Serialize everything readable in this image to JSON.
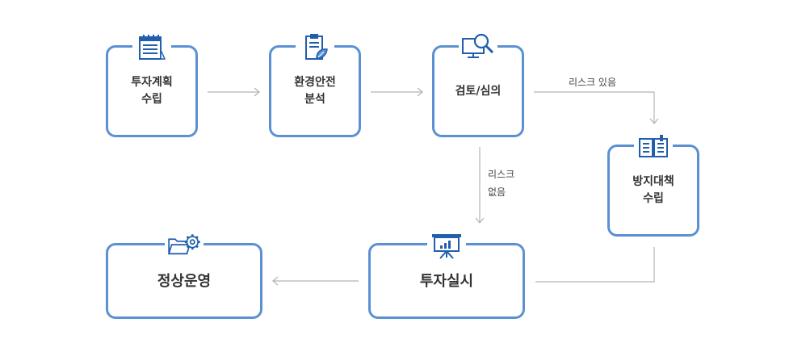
{
  "diagram": {
    "nodes": {
      "plan": {
        "label": "투자계획\n수립",
        "icon": "calendar-icon"
      },
      "assess": {
        "label": "환경안전\n분석",
        "icon": "clipboard-leaf-icon"
      },
      "review": {
        "label": "검토/심의",
        "icon": "monitor-magnifier-icon"
      },
      "prevent": {
        "label": "방지대책\n수립",
        "icon": "open-book-icon"
      },
      "execute": {
        "label": "투자실시",
        "icon": "presentation-board-icon"
      },
      "operate": {
        "label": "정상운영",
        "icon": "folder-gear-icon"
      }
    },
    "edges": {
      "risk_yes": "리스크 있음",
      "risk_no": "리스크\n없음"
    }
  },
  "colors": {
    "accent": "#5b90d3",
    "connector": "#b3b3b3"
  }
}
